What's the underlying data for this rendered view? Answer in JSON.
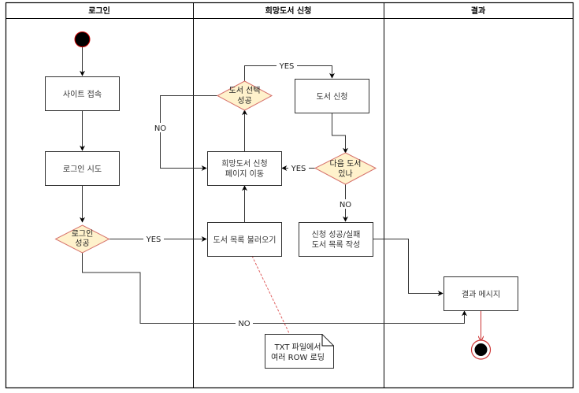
{
  "lanes": [
    {
      "id": "login",
      "title": "로그인"
    },
    {
      "id": "request",
      "title": "희망도서 신청"
    },
    {
      "id": "result",
      "title": "결과"
    }
  ],
  "nodes": {
    "start": {
      "type": "initial"
    },
    "site_access": {
      "type": "action",
      "lines": [
        "사이트 접속"
      ]
    },
    "login_try": {
      "type": "action",
      "lines": [
        "로그인 시도"
      ]
    },
    "login_ok": {
      "type": "decision",
      "lines": [
        "로그인",
        "성공"
      ]
    },
    "load_list": {
      "type": "action",
      "lines": [
        "도서 목록 불러오기"
      ]
    },
    "go_page": {
      "type": "action",
      "lines": [
        "희망도서 신청",
        "페이지 이동"
      ]
    },
    "select_ok": {
      "type": "decision",
      "lines": [
        "도서 선택",
        "성공"
      ]
    },
    "request_book": {
      "type": "action",
      "lines": [
        "도서 신청"
      ]
    },
    "next_book": {
      "type": "decision",
      "lines": [
        "다음 도서",
        "있나"
      ]
    },
    "write_list": {
      "type": "action",
      "lines": [
        "신청 성공/실패",
        "도서 목록 작성"
      ]
    },
    "result_msg": {
      "type": "action",
      "lines": [
        "결과 메시지"
      ]
    },
    "end": {
      "type": "final"
    },
    "note": {
      "type": "note",
      "lines": [
        "TXT 파일에서",
        "여러 ROW 로딩"
      ]
    }
  },
  "edge_labels": {
    "yes": "YES",
    "no": "NO"
  },
  "colors": {
    "decision_fill": "#fff2cc",
    "decision_stroke": "#d6726b",
    "initial_fill": "#000000",
    "initial_stroke": "#cc0000",
    "final_arrow": "#cc3333",
    "note_link": "#e06060",
    "line": "#333333"
  }
}
